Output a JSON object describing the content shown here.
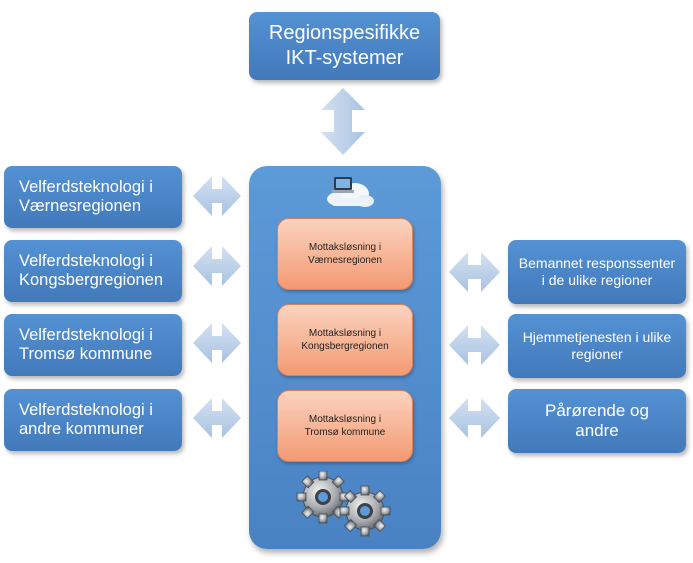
{
  "top_box": {
    "line1": "Regionspesifikke",
    "line2": "IKT-systemer"
  },
  "left_boxes": [
    {
      "line1": "Velferdsteknologi i",
      "line2": "Værnesregionen"
    },
    {
      "line1": "Velferdsteknologi i",
      "line2": "Kongsbergregionen"
    },
    {
      "line1": "Velferdsteknologi i",
      "line2": "Tromsø kommune"
    },
    {
      "line1": "Velferdsteknologi i",
      "line2": "andre kommuner"
    }
  ],
  "center_boxes": [
    {
      "line1": "Mottaksløsning i",
      "line2": "Værnesregionen"
    },
    {
      "line1": "Mottaksløsning i",
      "line2": "Kongsbergregionen"
    },
    {
      "line1": "Mottaksløsning i",
      "line2": "Tromsø kommune"
    }
  ],
  "right_boxes": [
    {
      "line1": "Bemannet responssenter",
      "line2": "i de ulike regioner"
    },
    {
      "line1": "Hjemmetjenesten i ulike",
      "line2": "regioner"
    },
    {
      "line1": "Pårørende og",
      "line2": "andre"
    }
  ],
  "icons": {
    "top": "cloud-computer-icon",
    "bottom": "gears-icon"
  },
  "colors": {
    "box_blue": "#4a86c8",
    "arrow_blue": "#b8cfe8",
    "module_orange": "#f6ab86"
  }
}
